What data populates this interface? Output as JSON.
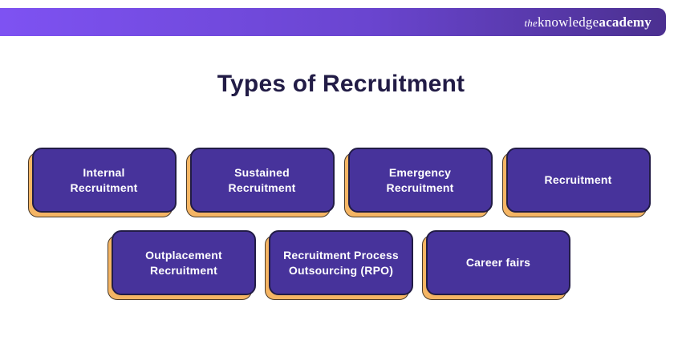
{
  "header": {
    "logo": {
      "the": "the",
      "knowledge": "knowledge",
      "academy": "academy"
    }
  },
  "title": "Types of Recruitment",
  "colors": {
    "header_gradient_start": "#7E52F2",
    "header_gradient_end": "#4B3090",
    "card_fill": "#47339B",
    "card_border": "#221C46",
    "card_shadow": "#F5B564",
    "title_color": "#221C46",
    "card_text_color": "#FFFFFF"
  },
  "cards": [
    {
      "label": "Internal\nRecruitment"
    },
    {
      "label": "Sustained\nRecruitment"
    },
    {
      "label": "Emergency\nRecruitment"
    },
    {
      "label": "Recruitment"
    },
    {
      "label": "Outplacement\nRecruitment"
    },
    {
      "label": "Recruitment Process\nOutsourcing (RPO)"
    },
    {
      "label": "Career fairs"
    }
  ]
}
